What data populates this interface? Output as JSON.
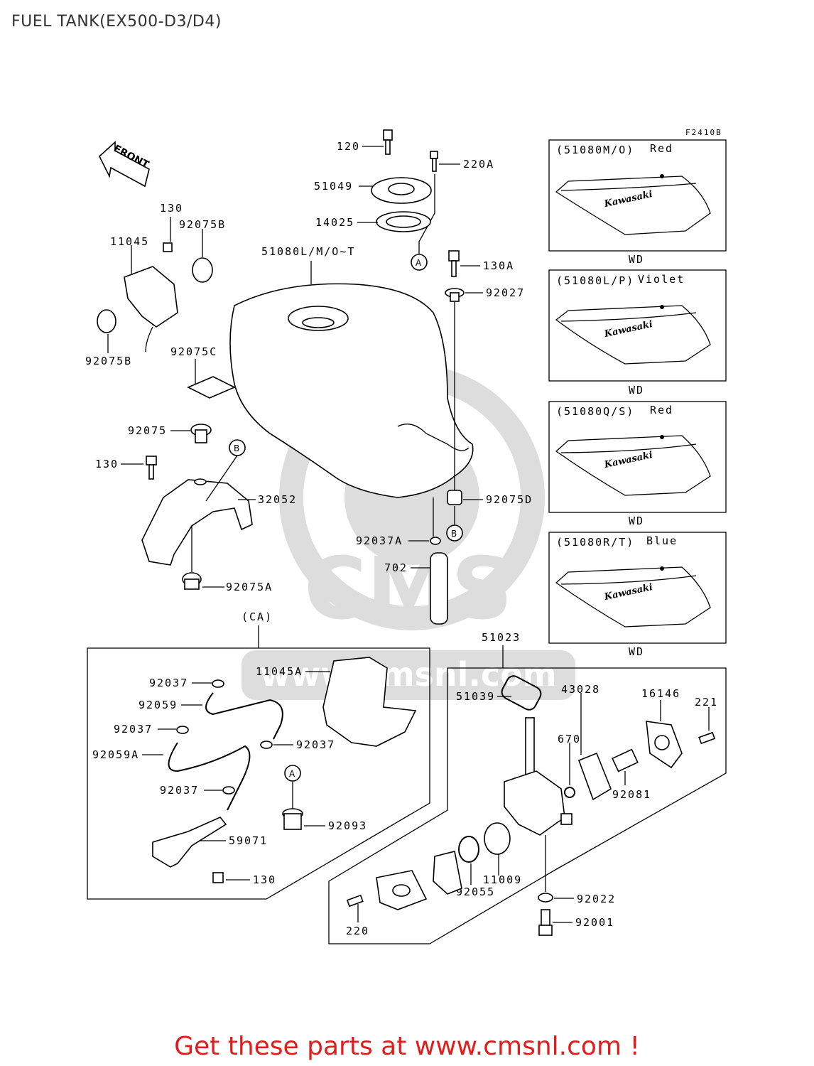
{
  "title": "FUEL TANK(EX500-D3/D4)",
  "figure_code": "F2410B",
  "front_label": "FRONT",
  "brand": "Kawasaki",
  "watermark": {
    "site": "www.cmsnl.com",
    "logo": "CMS"
  },
  "promo": "Get these parts at www.cmsnl.com !",
  "variants": [
    {
      "code": "(51080M/O)",
      "color": "Red",
      "finish": "WD"
    },
    {
      "code": "(51080L/P)",
      "color": "Violet",
      "finish": "WD"
    },
    {
      "code": "(51080Q/S)",
      "color": "Red",
      "finish": "WD"
    },
    {
      "code": "(51080R/T)",
      "color": "Blue",
      "finish": "WD"
    }
  ],
  "callouts": {
    "A": "A",
    "B": "B"
  },
  "parts": {
    "p120": "120",
    "p220A": "220A",
    "p51049": "51049",
    "p14025": "14025",
    "p51080": "51080L/M/O~T",
    "p130A": "130A",
    "p92027": "92027",
    "p130_top": "130",
    "p92075B_top": "92075B",
    "p11045": "11045",
    "p92075B_bot": "92075B",
    "p92075C": "92075C",
    "p92075": "92075",
    "p130_mid": "130",
    "p32052": "32052",
    "p92075D": "92075D",
    "p92075A": "92075A",
    "p92037A": "92037A",
    "p702": "702",
    "pCA": "(CA)",
    "p51023": "51023",
    "p92037_1": "92037",
    "p11045A": "11045A",
    "p92059": "92059",
    "p92037_2": "92037",
    "p92059A": "92059A",
    "p92037_3": "92037",
    "p92037_4": "92037",
    "p92093": "92093",
    "p59071": "59071",
    "p130_ca": "130",
    "p51039": "51039",
    "p43028": "43028",
    "p16146": "16146",
    "p221": "221",
    "p670": "670",
    "p92081": "92081",
    "p11009": "11009",
    "p92055": "92055",
    "p92022": "92022",
    "p92001": "92001",
    "p220": "220"
  }
}
